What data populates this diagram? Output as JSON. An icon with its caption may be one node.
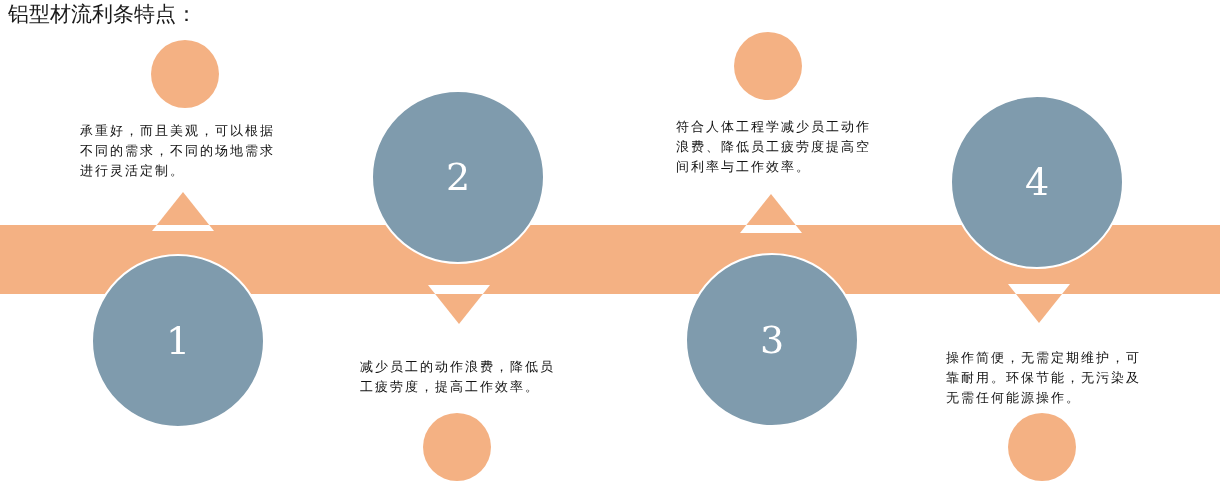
{
  "diagram": {
    "title": "铝型材流利条特点：",
    "nodes": [
      {
        "text": [
          "1"
        ]
      },
      {
        "text": [
          "2"
        ]
      },
      {
        "text": [
          "3"
        ]
      },
      {
        "text": [
          "4"
        ]
      },
      {
        "text": [],
        "shape": "circle",
        "beside": [
          "承重好，而且美观，可以根据不同的需求，不同的场地需求进行灵活定制。"
        ]
      },
      {
        "text": [],
        "shape": "circle",
        "beside": [
          "减少员工的动作浪费，降低员工疲劳度，提高工作效率。"
        ]
      },
      {
        "text": [],
        "shape": "circle",
        "beside": [
          "符合人体工程学减少员工动作浪费、降低员工疲劳度提高空间利率与工作效率。"
        ]
      },
      {
        "text": [],
        "shape": "circle",
        "beside": [
          "操作简便，无需定期维护，可靠耐用。环保节能，无污染及无需任何能源操作。"
        ]
      },
      {
        "text": [],
        "shape": "bar"
      }
    ]
  }
}
